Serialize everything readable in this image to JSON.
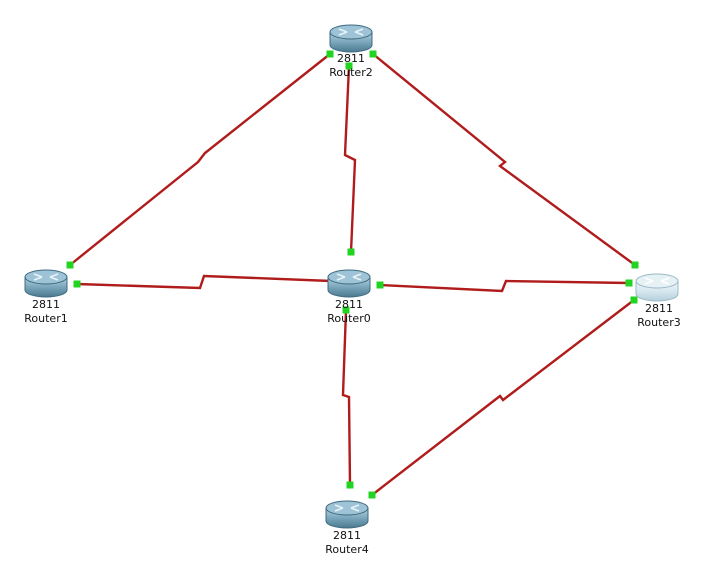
{
  "colors": {
    "link": "#b01c1c",
    "port": "#22d422",
    "router_body_dark": "#4f7f95",
    "router_body_light": "#9fc3d6",
    "router_faded_dark": "#a9c6d3",
    "router_faded_light": "#e6f1f6"
  },
  "icon": "router-icon",
  "routers": [
    {
      "id": "router2",
      "model": "2811",
      "name": "Router2",
      "faded": false
    },
    {
      "id": "router1",
      "model": "2811",
      "name": "Router1",
      "faded": false
    },
    {
      "id": "router0",
      "model": "2811",
      "name": "Router0",
      "faded": false
    },
    {
      "id": "router3",
      "model": "2811",
      "name": "Router3",
      "faded": true
    },
    {
      "id": "router4",
      "model": "2811",
      "name": "Router4",
      "faded": false
    }
  ],
  "links": [
    {
      "a": "router2",
      "b": "router1",
      "type": "serial"
    },
    {
      "a": "router2",
      "b": "router0",
      "type": "serial"
    },
    {
      "a": "router2",
      "b": "router3",
      "type": "serial"
    },
    {
      "a": "router1",
      "b": "router0",
      "type": "serial"
    },
    {
      "a": "router0",
      "b": "router3",
      "type": "serial"
    },
    {
      "a": "router0",
      "b": "router4",
      "type": "serial"
    },
    {
      "a": "router3",
      "b": "router4",
      "type": "serial"
    }
  ]
}
